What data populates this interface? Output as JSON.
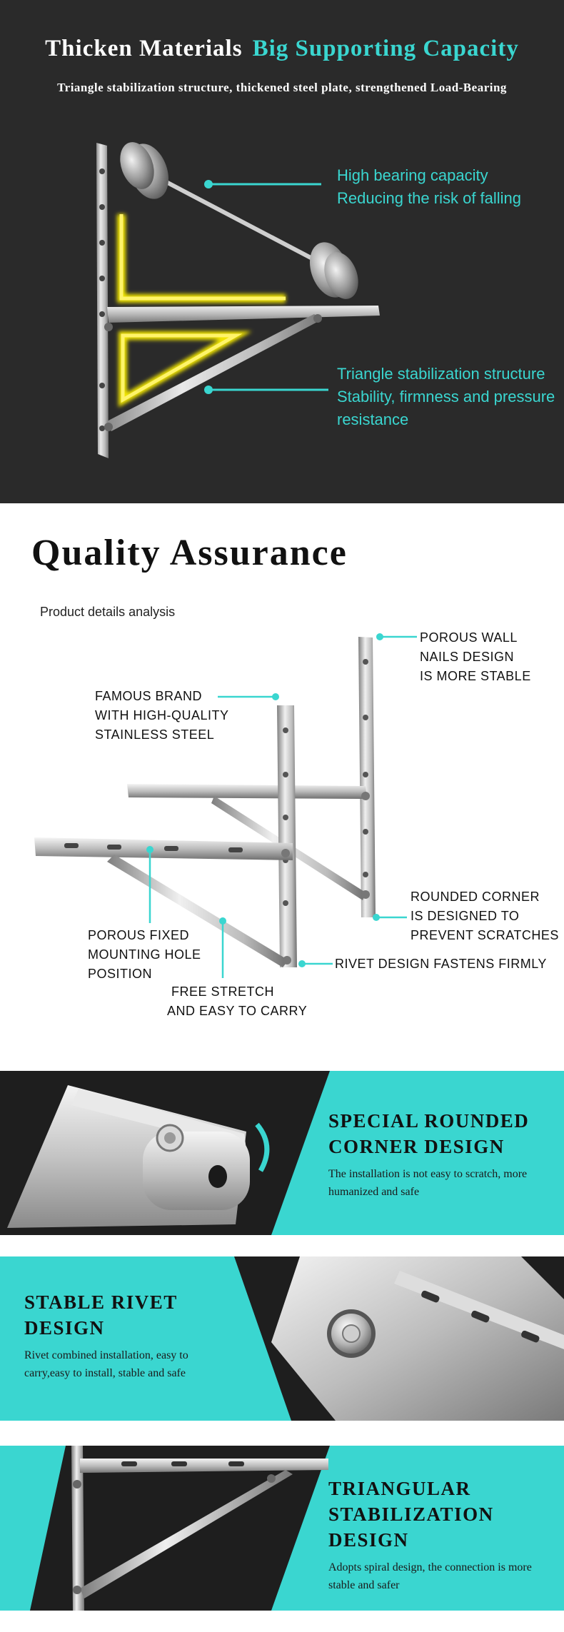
{
  "hero": {
    "title_white": "Thicken Materials",
    "title_cyan": "Big Supporting Capacity",
    "subtitle": "Triangle stabilization structure, thickened steel plate, strengthened Load-Bearing",
    "callout1": [
      "High bearing capacity",
      "Reducing the risk of falling"
    ],
    "callout2": [
      "Triangle stabilization structure",
      "Stability, firmness and pressure",
      "resistance"
    ]
  },
  "quality": {
    "heading": "Quality Assurance",
    "sub": "Product details analysis",
    "labels": {
      "porous_wall": [
        "POROUS WALL",
        "NAILS DESIGN",
        "IS MORE STABLE"
      ],
      "famous_brand": [
        "FAMOUS BRAND",
        "WITH HIGH-QUALITY",
        "STAINLESS STEEL"
      ],
      "rounded_corner": [
        "ROUNDED CORNER",
        "IS DESIGNED TO",
        "PREVENT SCRATCHES"
      ],
      "porous_fixed": [
        "POROUS FIXED",
        "MOUNTING HOLE",
        "POSITION"
      ],
      "rivet": [
        "RIVET DESIGN FASTENS FIRMLY"
      ],
      "free_stretch": [
        "FREE STRETCH",
        "AND EASY TO CARRY"
      ]
    }
  },
  "banners": [
    {
      "title": [
        "SPECIAL ROUNDED",
        "CORNER DESIGN"
      ],
      "desc": [
        "The installation is not easy to scratch, more",
        "humanized and safe"
      ]
    },
    {
      "title": [
        "STABLE RIVET",
        "DESIGN"
      ],
      "desc": [
        "Rivet combined installation, easy to",
        "carry,easy to install, stable and safe"
      ]
    },
    {
      "title": [
        "TRIANGULAR",
        "STABILIZATION",
        "DESIGN"
      ],
      "desc": [
        "Adopts spiral design, the connection is more",
        "stable and safer"
      ]
    }
  ],
  "colors": {
    "accent": "#3ad6d0",
    "dark": "#2a2a2a",
    "highlight": "#f2e600"
  }
}
